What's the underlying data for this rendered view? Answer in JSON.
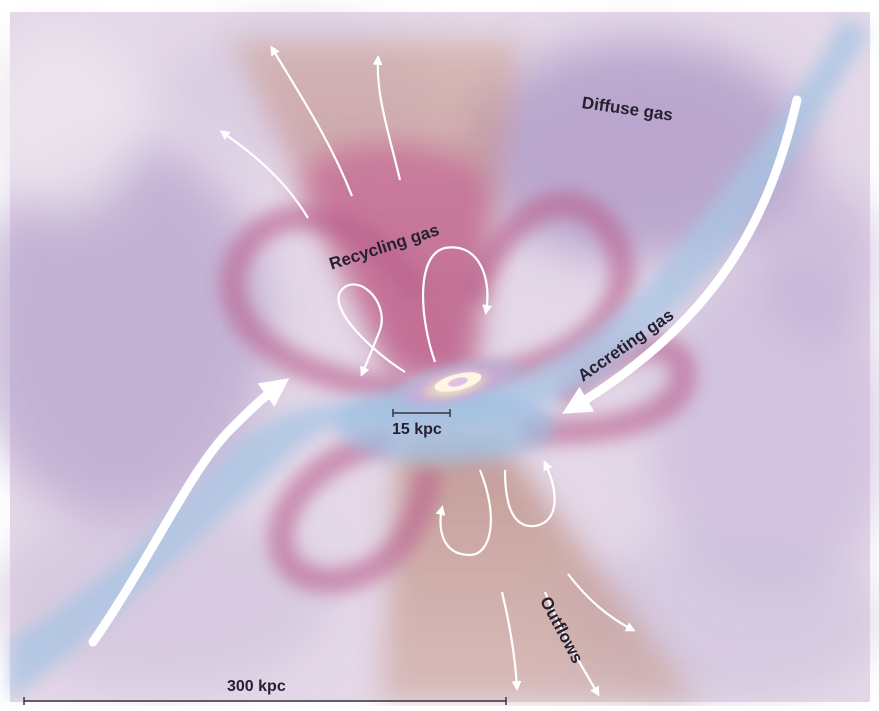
{
  "labels": {
    "diffuse_gas": "Diffuse gas",
    "recycling_gas": "Recycling gas",
    "accreting_gas": "Accreting gas",
    "outflows": "Outflows",
    "scale_inner": "15 kpc",
    "scale_outer": "300 kpc"
  },
  "colors": {
    "background_haze": "#e3d6e6",
    "diffuse_gas_purple": "#b9a3cc",
    "recycling_gas_pink": "#c56a98",
    "outflow_brown": "#b98471",
    "accreting_gas_blue": "#aac6e2",
    "arrow": "#ffffff",
    "text": "#262030"
  }
}
